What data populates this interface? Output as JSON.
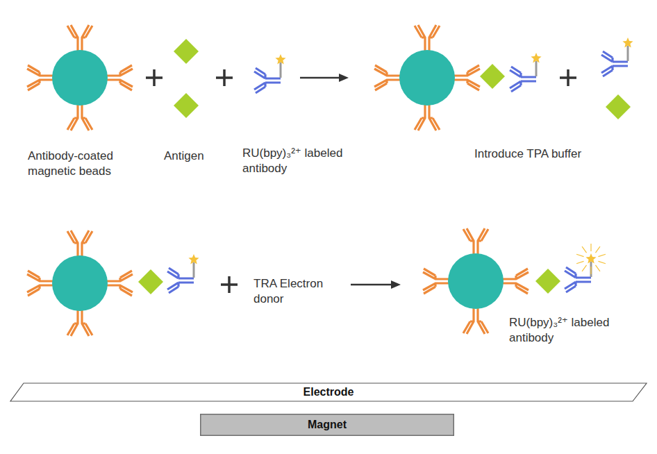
{
  "diagram": {
    "nodes": [
      {
        "text": [
          "Electrode"
        ]
      },
      {
        "text": [
          "Magnet"
        ]
      }
    ],
    "labels": [
      "Antibody-coated magnetic beads",
      "Antigen",
      "RU(bpy)₃²⁺ labeled antibody",
      "Introduce TPA buffer",
      "TRA Electron donor",
      "RU(bpy)₃²⁺ labeled antibody"
    ]
  }
}
